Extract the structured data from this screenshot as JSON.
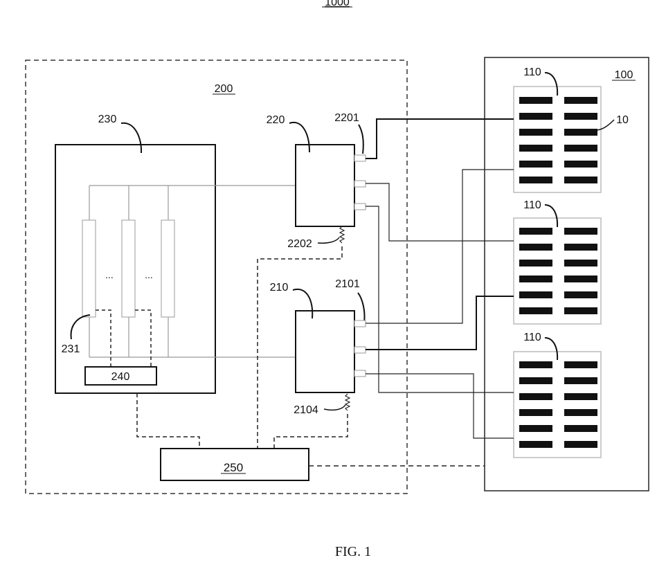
{
  "figure": {
    "number": "1000",
    "caption": "FIG. 1"
  },
  "labels": {
    "system_100": "100",
    "system_200": "200",
    "module_110_a": "110",
    "module_110_b": "110",
    "module_110_c": "110",
    "cell_10": "10",
    "unit_220": "220",
    "port_2201": "2201",
    "port_2202": "2202",
    "unit_210": "210",
    "port_2101": "2101",
    "port_2104": "2104",
    "unit_230": "230",
    "sensor_231": "231",
    "unit_240": "240",
    "unit_250": "250",
    "ellipsis_1": "...",
    "ellipsis_2": "..."
  }
}
